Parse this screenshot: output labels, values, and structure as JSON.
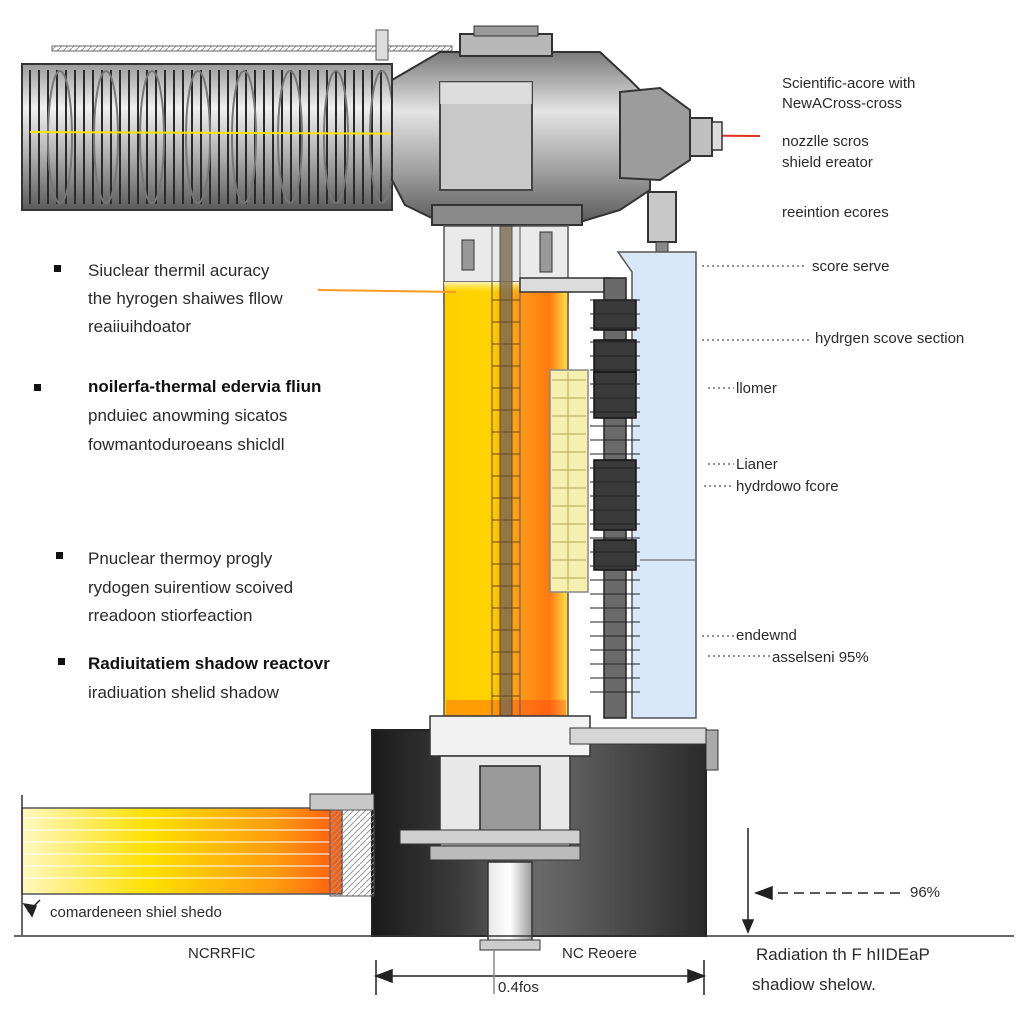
{
  "left_notes": [
    {
      "bullet": true,
      "lines": [
        "Siuclear thermil acuracy",
        "the hyrogen shaiwes fllow",
        "reaiiuihdoator"
      ]
    },
    {
      "bullet": true,
      "lines": [
        "noilerfa-thermal edervia fliun",
        "pnduiec anowming sicatos",
        "fowmantoduroeans shicldl"
      ]
    },
    {
      "bullet": true,
      "lines": [
        "Pnuclear thermoy progly",
        "rydogen suirentiow scoived",
        "rreadoon stiorfeaction"
      ]
    },
    {
      "bullet": true,
      "lines": [
        "Radiuitatiem shadow reactovr",
        "iradiuation shelid shadow"
      ]
    }
  ],
  "right_notes": {
    "title_line1": "Scientific-acore with",
    "title_line2": "NewACross-cross",
    "nozzle_line1": "nozzlle scros",
    "nozzle_line2": "shield ereator",
    "retention": "reeintion ecores",
    "score_serve": "score serve",
    "hydrogen_section": "hydrgen scove section",
    "liomer": "llomer",
    "lianer": "Lianer",
    "hydrodowo": "hydrdowo fcore",
    "endewnd": "endewnd",
    "asselsent": "asselseni 95%",
    "pct": "96%"
  },
  "bottom": {
    "left_caption": "comardeneen shiel shedo",
    "ncrrfic": "NCRRFIC",
    "nc_reoere": "NC Reoere",
    "dimension": "0.4fos",
    "radiation_line1": "Radiation th F hIIDEaP",
    "radiation_line2": "shadiow shelow."
  },
  "colors": {
    "core_hot": "#ffe000",
    "core_mid": "#ff9a1a",
    "core_red": "#ff3a10",
    "panel_blue": "#d8e8f8",
    "metal_dark": "#4a4a4a",
    "metal_light": "#c8c8c8"
  }
}
